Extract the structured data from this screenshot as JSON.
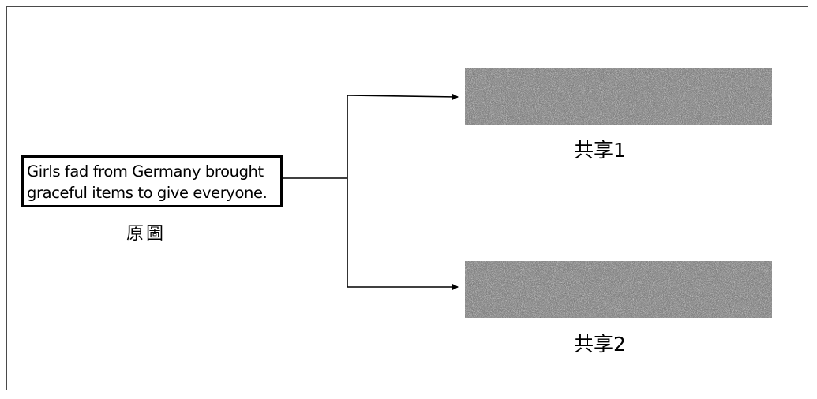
{
  "source": {
    "lines": [
      "Girls fad from Germany brought",
      "graceful items to give everyone."
    ],
    "caption": "原圖"
  },
  "shares": [
    {
      "caption": "共享1"
    },
    {
      "caption": "共享2"
    }
  ]
}
